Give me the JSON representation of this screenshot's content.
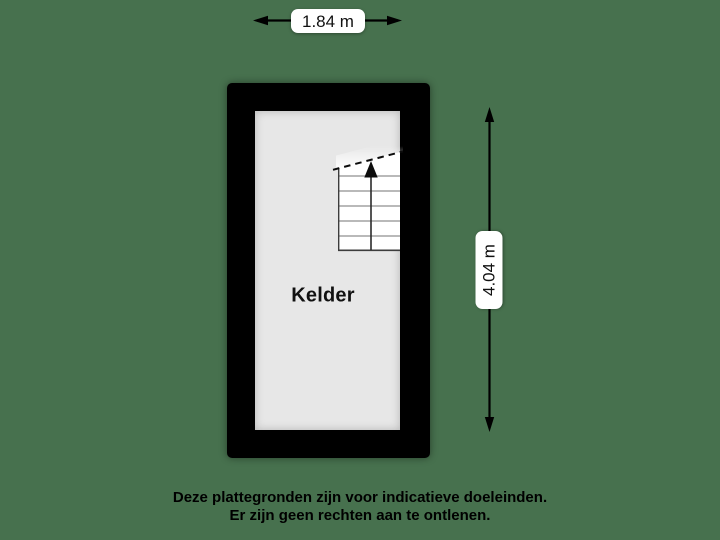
{
  "page": {
    "type": "floorplan",
    "background_color": "#47714e"
  },
  "floorplan": {
    "room": {
      "label": "Kelder",
      "floor_color": "#e7e7e7",
      "wall_color": "#000000"
    },
    "dimensions": {
      "width_label": "1.84 m",
      "height_label": "4.04 m"
    },
    "stairs": {
      "icon": "stairs-up-arrow-icon",
      "treads": 6,
      "fill_color": "#ffffff"
    }
  },
  "disclaimer": {
    "line1": "Deze plattegronden zijn voor indicatieve doeleinden.",
    "line2": "Er zijn geen rechten aan te ontlenen."
  }
}
